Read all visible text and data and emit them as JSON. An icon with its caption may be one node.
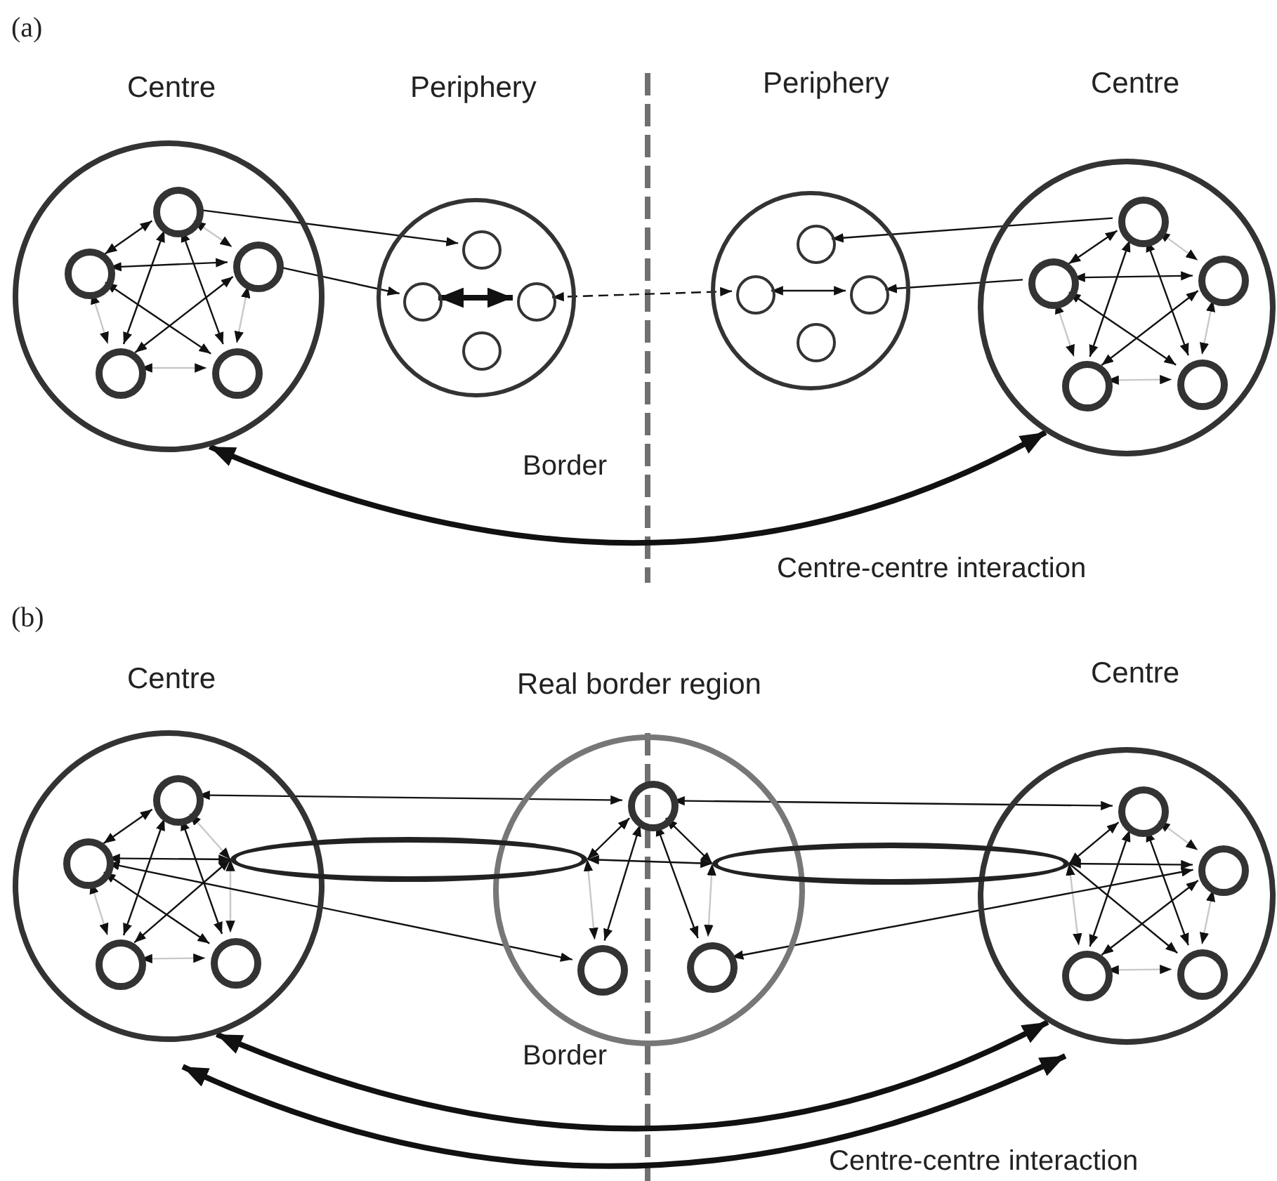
{
  "diagram": {
    "nodes": [
      {
        "text": [
          "Centre"
        ]
      },
      {
        "text": [],
        "shape": "circle",
        "in": 0
      },
      {
        "text": [],
        "shape": "circle",
        "in": 0
      },
      {
        "text": [],
        "shape": "circle",
        "in": 0
      },
      {
        "text": [],
        "shape": "circle",
        "in": 0
      },
      {
        "text": [],
        "shape": "circle",
        "in": 0
      },
      {
        "text": [
          "Periphery"
        ]
      },
      {
        "text": [],
        "shape": "circle",
        "in": 6
      },
      {
        "text": [],
        "shape": "circle",
        "in": 6
      },
      {
        "text": [],
        "shape": "circle",
        "in": 6
      },
      {
        "text": [],
        "shape": "circle",
        "in": 6
      },
      {
        "text": [
          "Periphery"
        ]
      },
      {
        "text": [],
        "shape": "circle",
        "in": 11
      },
      {
        "text": [],
        "shape": "circle",
        "in": 11
      },
      {
        "text": [],
        "shape": "circle",
        "in": 11
      },
      {
        "text": [],
        "shape": "circle",
        "in": 11
      },
      {
        "text": [
          "Centre"
        ]
      },
      {
        "text": [],
        "shape": "circle",
        "in": 16
      },
      {
        "text": [],
        "shape": "circle",
        "in": 16
      },
      {
        "text": [],
        "shape": "circle",
        "in": 16
      },
      {
        "text": [],
        "shape": "circle",
        "in": 16
      },
      {
        "text": [],
        "shape": "circle",
        "in": 16
      },
      {
        "text": [
          "Centre"
        ]
      },
      {
        "text": [],
        "shape": "circle",
        "in": 22
      },
      {
        "text": [],
        "shape": "circle",
        "in": 22
      },
      {
        "text": [],
        "shape": "circle",
        "in": 22
      },
      {
        "text": [],
        "shape": "circle",
        "in": 22
      },
      {
        "text": [],
        "shape": "ellipse"
      },
      {
        "text": [
          "Real border region"
        ]
      },
      {
        "text": [],
        "shape": "circle",
        "in": 28
      },
      {
        "text": [],
        "shape": "circle",
        "in": 28
      },
      {
        "text": [],
        "shape": "circle",
        "in": 28
      },
      {
        "text": [],
        "shape": "ellipse"
      },
      {
        "text": [
          "Centre"
        ]
      },
      {
        "text": [],
        "shape": "circle",
        "in": 33
      },
      {
        "text": [],
        "shape": "circle",
        "in": 33
      },
      {
        "text": [],
        "shape": "circle",
        "in": 33
      },
      {
        "text": [],
        "shape": "circle",
        "in": 33
      }
    ],
    "edges": [
      {
        "from": 1,
        "to": 2,
        "arrow": "both"
      },
      {
        "from": 1,
        "to": 3,
        "arrow": "both",
        "color": "#c8c8c8"
      },
      {
        "from": 2,
        "to": 3,
        "arrow": "both"
      },
      {
        "from": 2,
        "to": 4,
        "arrow": "both",
        "color": "#c8c8c8"
      },
      {
        "from": 3,
        "to": 5,
        "arrow": "both",
        "color": "#c8c8c8"
      },
      {
        "from": 4,
        "to": 5,
        "arrow": "both",
        "color": "#c8c8c8"
      },
      {
        "from": 1,
        "to": 4,
        "arrow": "both"
      },
      {
        "from": 1,
        "to": 5,
        "arrow": "both"
      },
      {
        "from": 2,
        "to": 5,
        "arrow": "both"
      },
      {
        "from": 3,
        "to": 4,
        "arrow": "both"
      },
      {
        "from": 1,
        "to": 7,
        "arrow": "to"
      },
      {
        "from": 3,
        "to": 8,
        "arrow": "to"
      },
      {
        "from": 8,
        "to": 9,
        "arrow": "both",
        "style": "thick"
      },
      {
        "from": 9,
        "to": 13,
        "arrow": "both",
        "style": "dashed"
      },
      {
        "from": 13,
        "to": 14,
        "arrow": "both"
      },
      {
        "from": 17,
        "to": 12,
        "arrow": "to"
      },
      {
        "from": 18,
        "to": 14,
        "arrow": "to"
      },
      {
        "from": 17,
        "to": 18,
        "arrow": "both"
      },
      {
        "from": 17,
        "to": 19,
        "arrow": "both",
        "color": "#c8c8c8"
      },
      {
        "from": 18,
        "to": 19,
        "arrow": "both"
      },
      {
        "from": 18,
        "to": 20,
        "arrow": "both",
        "color": "#c8c8c8"
      },
      {
        "from": 19,
        "to": 21,
        "arrow": "both",
        "color": "#c8c8c8"
      },
      {
        "from": 20,
        "to": 21,
        "arrow": "both",
        "color": "#c8c8c8"
      },
      {
        "from": 17,
        "to": 20,
        "arrow": "both"
      },
      {
        "from": 17,
        "to": 21,
        "arrow": "both"
      },
      {
        "from": 18,
        "to": 21,
        "arrow": "both"
      },
      {
        "from": 19,
        "to": 20,
        "arrow": "both"
      },
      {
        "from": 0,
        "to": 16,
        "arrow": "both",
        "style": "thick"
      },
      {
        "from": 23,
        "to": 24,
        "arrow": "both"
      },
      {
        "from": 23,
        "to": 27,
        "arrow": "both",
        "color": "#c8c8c8"
      },
      {
        "from": 24,
        "to": 27,
        "arrow": "both"
      },
      {
        "from": 24,
        "to": 25,
        "arrow": "both",
        "color": "#c8c8c8"
      },
      {
        "from": 27,
        "to": 26,
        "arrow": "both",
        "color": "#c8c8c8"
      },
      {
        "from": 25,
        "to": 26,
        "arrow": "both",
        "color": "#c8c8c8"
      },
      {
        "from": 23,
        "to": 25,
        "arrow": "both"
      },
      {
        "from": 23,
        "to": 26,
        "arrow": "both"
      },
      {
        "from": 24,
        "to": 26,
        "arrow": "both"
      },
      {
        "from": 27,
        "to": 25,
        "arrow": "both"
      },
      {
        "from": 23,
        "to": 29,
        "arrow": "both"
      },
      {
        "from": 24,
        "to": 30,
        "arrow": "both"
      },
      {
        "from": 29,
        "to": 27,
        "arrow": "both"
      },
      {
        "from": 29,
        "to": 32,
        "arrow": "both"
      },
      {
        "from": 27,
        "to": 32,
        "arrow": "both"
      },
      {
        "from": 29,
        "to": 30,
        "arrow": "both"
      },
      {
        "from": 29,
        "to": 31,
        "arrow": "both"
      },
      {
        "from": 27,
        "to": 30,
        "arrow": "both",
        "color": "#c8c8c8"
      },
      {
        "from": 32,
        "to": 31,
        "arrow": "both",
        "color": "#c8c8c8"
      },
      {
        "from": 34,
        "to": 32,
        "arrow": "both"
      },
      {
        "from": 34,
        "to": 35,
        "arrow": "both",
        "color": "#c8c8c8"
      },
      {
        "from": 32,
        "to": 35,
        "arrow": "both"
      },
      {
        "from": 32,
        "to": 36,
        "arrow": "both",
        "color": "#c8c8c8"
      },
      {
        "from": 35,
        "to": 37,
        "arrow": "both",
        "color": "#c8c8c8"
      },
      {
        "from": 36,
        "to": 37,
        "arrow": "both",
        "color": "#c8c8c8"
      },
      {
        "from": 34,
        "to": 36,
        "arrow": "both"
      },
      {
        "from": 34,
        "to": 37,
        "arrow": "both"
      },
      {
        "from": 32,
        "to": 37,
        "arrow": "to"
      },
      {
        "from": 35,
        "to": 36,
        "arrow": "both"
      },
      {
        "from": 31,
        "to": 35,
        "arrow": "both"
      },
      {
        "from": 29,
        "to": 34,
        "arrow": "both"
      },
      {
        "from": 22,
        "to": 33,
        "arrow": "both",
        "style": "thick"
      },
      {
        "from": 22,
        "to": 33,
        "arrow": "both",
        "style": "thick"
      }
    ],
    "labels": [
      "(a)",
      "Border",
      "Centre-centre interaction",
      "(b)",
      "Border",
      "Centre-centre interaction"
    ]
  }
}
